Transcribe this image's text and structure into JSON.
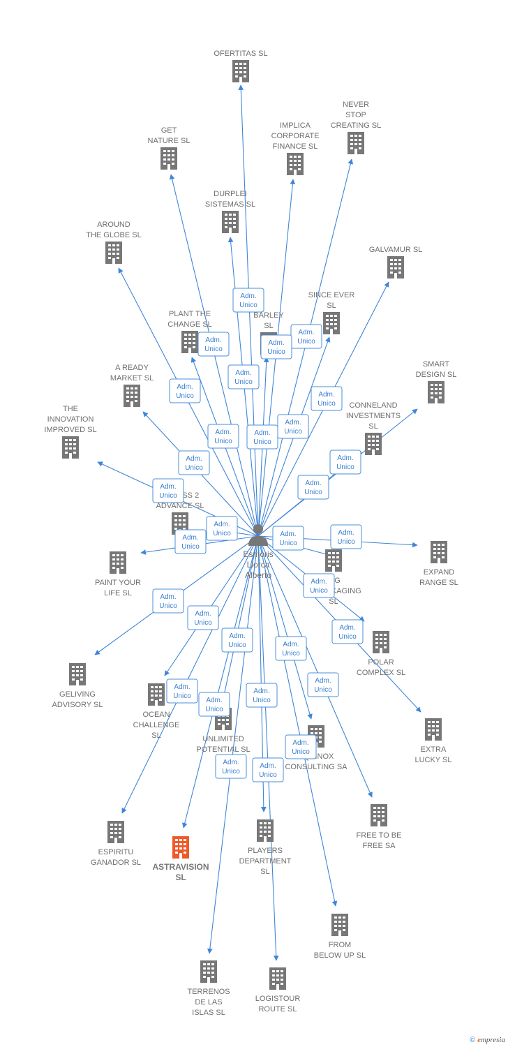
{
  "colors": {
    "edge": "#3f86d8",
    "building": "#777777",
    "building_focus": "#f0592a",
    "person": "#777777"
  },
  "center": {
    "name_lines": [
      "Esmoris",
      "Llorca",
      "Alberto"
    ],
    "icon": "person-icon"
  },
  "role_label_lines": [
    "Adm.",
    "Unico"
  ],
  "companies": [
    {
      "id": "ofertitas",
      "lines": [
        "OFERTITAS  SL"
      ]
    },
    {
      "id": "never-stop",
      "lines": [
        "NEVER",
        "STOP",
        "CREATING  SL"
      ]
    },
    {
      "id": "get-nature",
      "lines": [
        "GET",
        "NATURE  SL"
      ]
    },
    {
      "id": "implica",
      "lines": [
        "IMPLICA",
        "CORPORATE",
        "FINANCE  SL"
      ]
    },
    {
      "id": "durplei",
      "lines": [
        "DURPLEI",
        "SISTEMAS  SL"
      ]
    },
    {
      "id": "around-globe",
      "lines": [
        "AROUND",
        "THE GLOBE  SL"
      ]
    },
    {
      "id": "galvamur",
      "lines": [
        "GALVAMUR  SL"
      ]
    },
    {
      "id": "since-ever",
      "lines": [
        "SINCE EVER",
        "SL"
      ]
    },
    {
      "id": "barley",
      "lines": [
        "BARLEY",
        "SL"
      ]
    },
    {
      "id": "plant-change",
      "lines": [
        "PLANT THE",
        "CHANGE  SL"
      ]
    },
    {
      "id": "smart-design",
      "lines": [
        "SMART",
        "DESIGN  SL"
      ]
    },
    {
      "id": "ready-market",
      "lines": [
        "A READY",
        "MARKET  SL"
      ]
    },
    {
      "id": "conneland",
      "lines": [
        "CONNELAND",
        "INVESTMENTS",
        "SL"
      ]
    },
    {
      "id": "innovation",
      "lines": [
        "THE",
        "INNOVATION",
        "IMPROVED  SL"
      ]
    },
    {
      "id": "access2",
      "lines": [
        "ACCESS 2",
        "ADVANCE  SL"
      ]
    },
    {
      "id": "expand-range",
      "lines": [
        "EXPAND",
        "RANGE  SL"
      ]
    },
    {
      "id": "paint-life",
      "lines": [
        "PAINT YOUR",
        "LIFE  SL"
      ]
    },
    {
      "id": "packaging",
      "lines": [
        "ING",
        "EXPACKAGING",
        "SL"
      ]
    },
    {
      "id": "polar",
      "lines": [
        "POLAR",
        "COMPLEX  SL"
      ]
    },
    {
      "id": "geliving",
      "lines": [
        "GELIVING",
        "ADVISORY  SL"
      ]
    },
    {
      "id": "ocean",
      "lines": [
        "OCEAN",
        "CHALLENGE",
        "SL"
      ]
    },
    {
      "id": "unlimited",
      "lines": [
        "UNLIMITED",
        "POTENTIAL  SL"
      ]
    },
    {
      "id": "equinox",
      "lines": [
        "EQUINOX",
        "CONSULTING SA"
      ]
    },
    {
      "id": "extra-lucky",
      "lines": [
        "EXTRA",
        "LUCKY  SL"
      ]
    },
    {
      "id": "free-to-be",
      "lines": [
        "FREE TO BE",
        "FREE SA"
      ]
    },
    {
      "id": "espiritu",
      "lines": [
        "ESPIRITU",
        "GANADOR SL"
      ]
    },
    {
      "id": "astravision",
      "lines": [
        "ASTRAVISION",
        "SL"
      ],
      "focus": true
    },
    {
      "id": "players",
      "lines": [
        "PLAYERS",
        "DEPARTMENT",
        "SL"
      ]
    },
    {
      "id": "from-below",
      "lines": [
        "FROM",
        "BELOW UP  SL"
      ]
    },
    {
      "id": "terrenos",
      "lines": [
        "TERRENOS",
        "DE LAS",
        "ISLAS  SL"
      ]
    },
    {
      "id": "logistour",
      "lines": [
        "LOGISTOUR",
        "ROUTE  SL"
      ]
    }
  ],
  "footer": {
    "copyright": "©",
    "brand_initial": "e",
    "brand_rest": "mpresia"
  }
}
